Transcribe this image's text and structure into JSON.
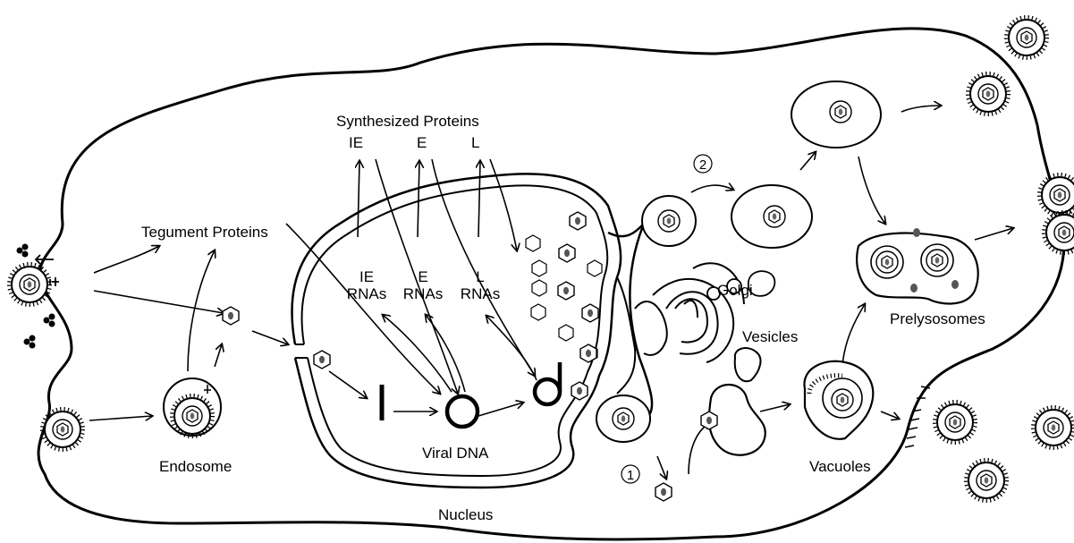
{
  "labels": {
    "synthesized_proteins": "Synthesized Proteins",
    "ie": "IE",
    "e": "E",
    "l": "L",
    "tegument_proteins": "Tegument Proteins",
    "ie_rnas_1": "IE",
    "ie_rnas_2": "RNAs",
    "e_rnas_1": "E",
    "e_rnas_2": "RNAs",
    "l_rnas_1": "L",
    "l_rnas_2": "RNAs",
    "golgi": "Golgi",
    "vesicles": "Vesicles",
    "prelysosomes": "Prelysosomes",
    "vacuoles": "Vacuoles",
    "viral_dna": "Viral DNA",
    "endosome": "Endosome",
    "nucleus": "Nucleus",
    "step_1": "1",
    "step_2": "2"
  },
  "colors": {
    "ink": "#000000",
    "paper": "#ffffff",
    "grey": "#555555"
  }
}
